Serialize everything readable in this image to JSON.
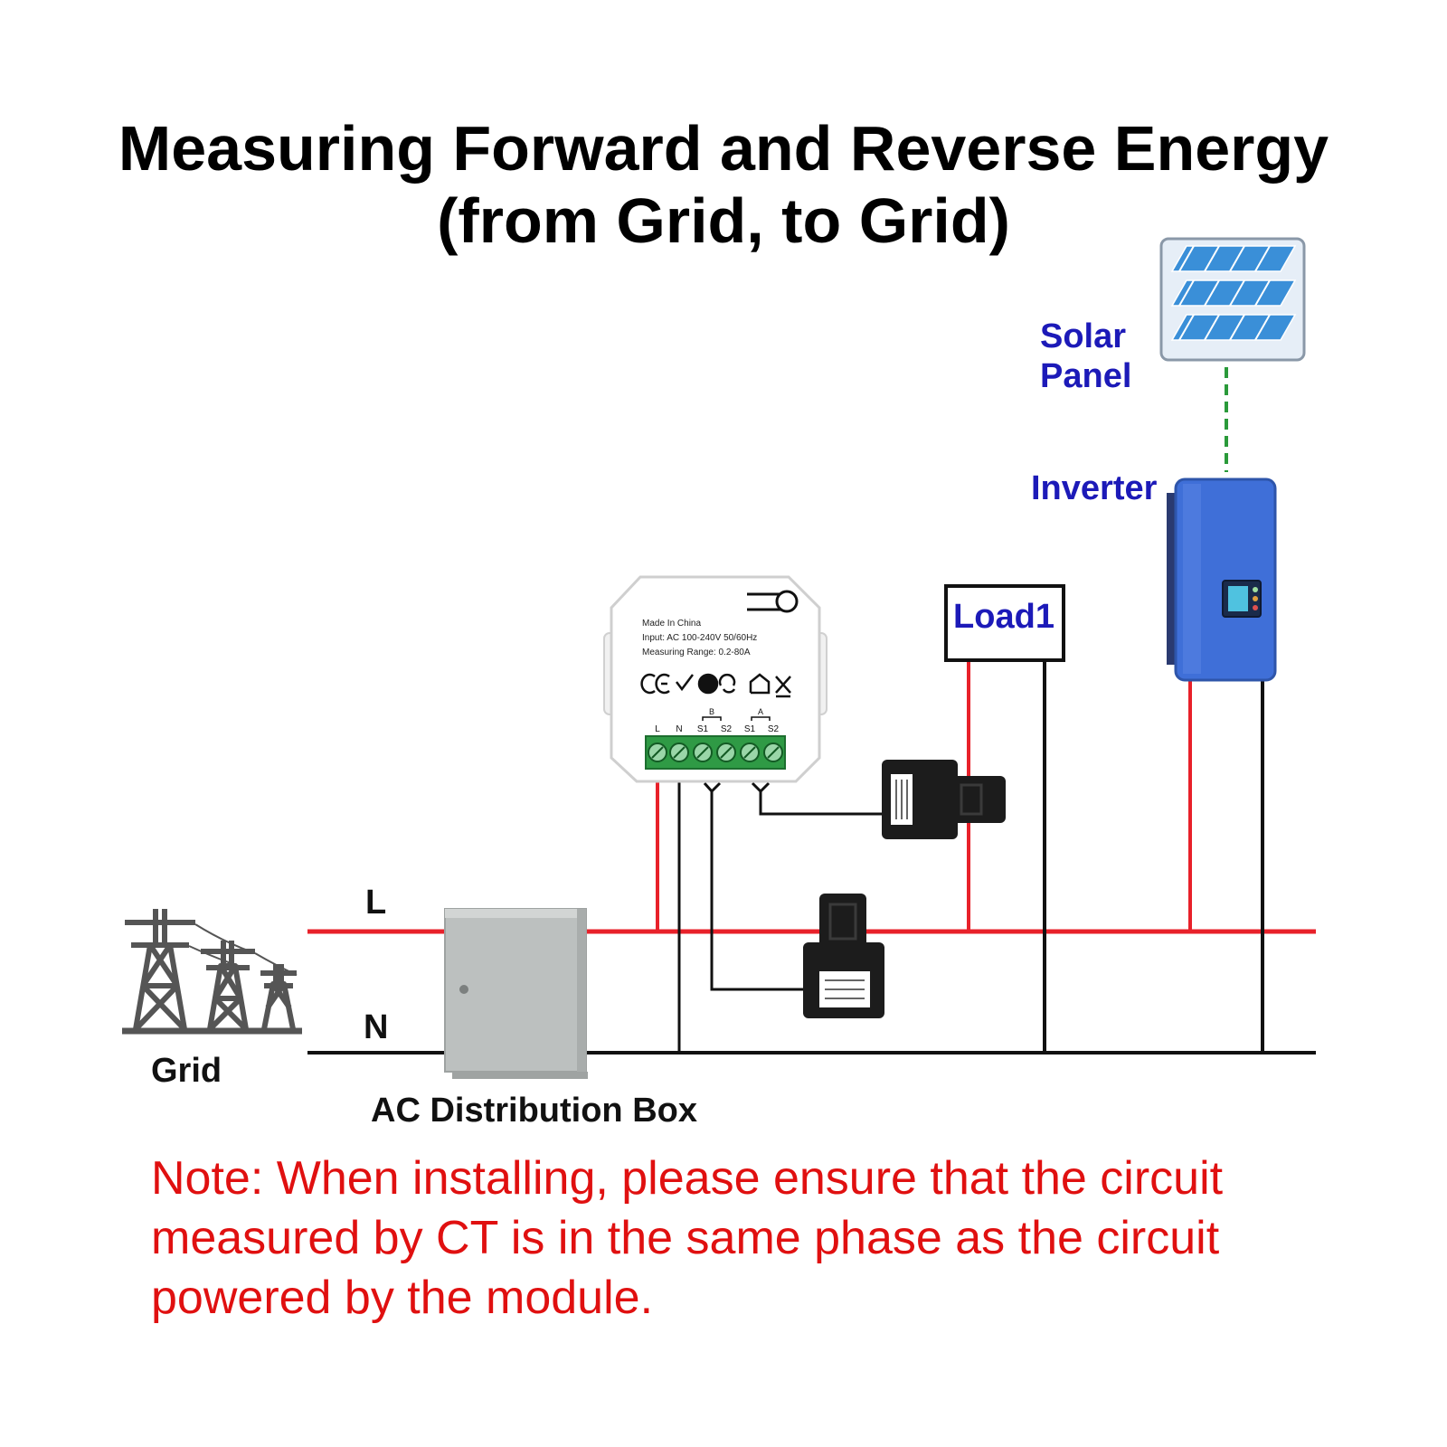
{
  "title": {
    "line1": "Measuring  Forward and Reverse Energy",
    "line2": "(from Grid, to Grid)"
  },
  "labels": {
    "solar_panel_line1": "Solar",
    "solar_panel_line2": "Panel",
    "inverter": "Inverter",
    "load": "Load1",
    "grid": "Grid",
    "line_l": "L",
    "line_n": "N",
    "distribution_box": "AC Distribution Box"
  },
  "module": {
    "made_in": "Made In China",
    "input": "Input: AC 100-240V 50/60Hz",
    "range": "Measuring Range: 0.2-80A",
    "group_b": "B",
    "group_a": "A",
    "terminals": [
      "L",
      "N",
      "S1",
      "S2",
      "S1",
      "S2"
    ]
  },
  "note": {
    "label": "Note:",
    "text": " When installing, please ensure that the circuit measured by CT is in the same phase as the circuit powered by the module."
  },
  "colors": {
    "live_wire": "#e8212a",
    "neutral_wire": "#111111",
    "dc_wire": "#2a9a3a",
    "label_blue": "#1c1ab8",
    "note_red": "#e01010",
    "inverter_blue": "#3f6fd8",
    "terminal_green": "#2f9a45"
  }
}
